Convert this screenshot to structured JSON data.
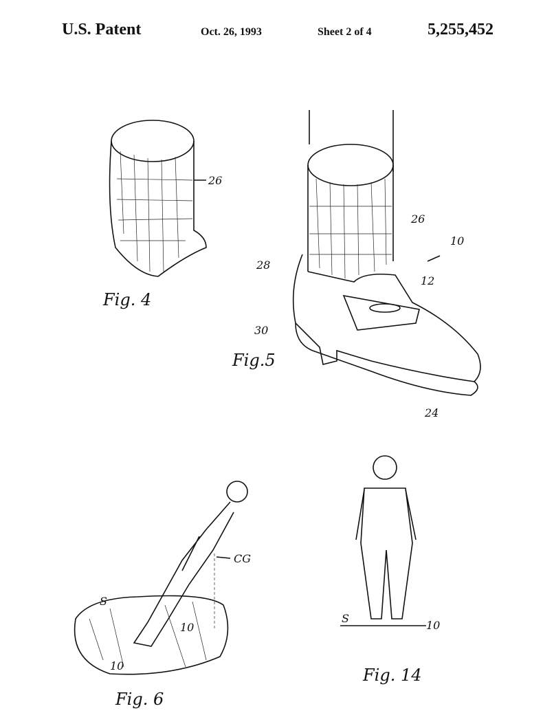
{
  "header": {
    "title": "U.S. Patent",
    "date": "Oct. 26, 1993",
    "sheet": "Sheet 2 of 4",
    "patent_number": "5,255,452"
  },
  "figures": {
    "fig4": {
      "label": "Fig. 4",
      "refs": [
        "26"
      ]
    },
    "fig5": {
      "label": "Fig.5",
      "refs": [
        "26",
        "10",
        "28",
        "12",
        "30",
        "24"
      ]
    },
    "fig6": {
      "label": "Fig. 6",
      "refs": [
        "CG",
        "S",
        "10",
        "10"
      ]
    },
    "fig14": {
      "label": "Fig. 14",
      "refs": [
        "S",
        "10"
      ]
    }
  }
}
